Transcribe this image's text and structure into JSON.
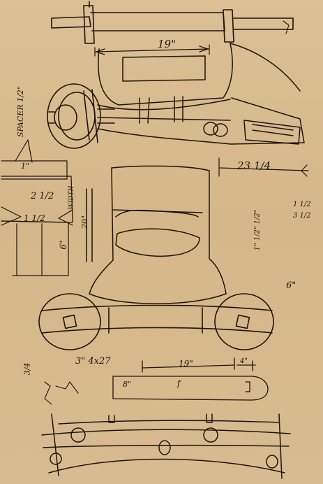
{
  "sketch": {
    "labels": {
      "top_width": "19\"",
      "right_length": "23 1/4",
      "spacer": "SPACER 1/2\"",
      "spacer_dim": "1\"",
      "left_a": "2 1/2",
      "left_b": "1 1/2",
      "left_c": "6\"",
      "width_note": "WIDTH",
      "body_height": "20\"",
      "right_frac_a": "1 1/2",
      "right_frac_b": "3 1/2",
      "right_stack": "1\" 1/2\" 1/2\"",
      "right_six": "6\"",
      "rail_size": "3\" 4x27",
      "axle_length": "19\"",
      "axle_end": "4\"",
      "axle_mark_a": "8\"",
      "axle_mark_b": "f",
      "side_note": "3/4"
    }
  }
}
